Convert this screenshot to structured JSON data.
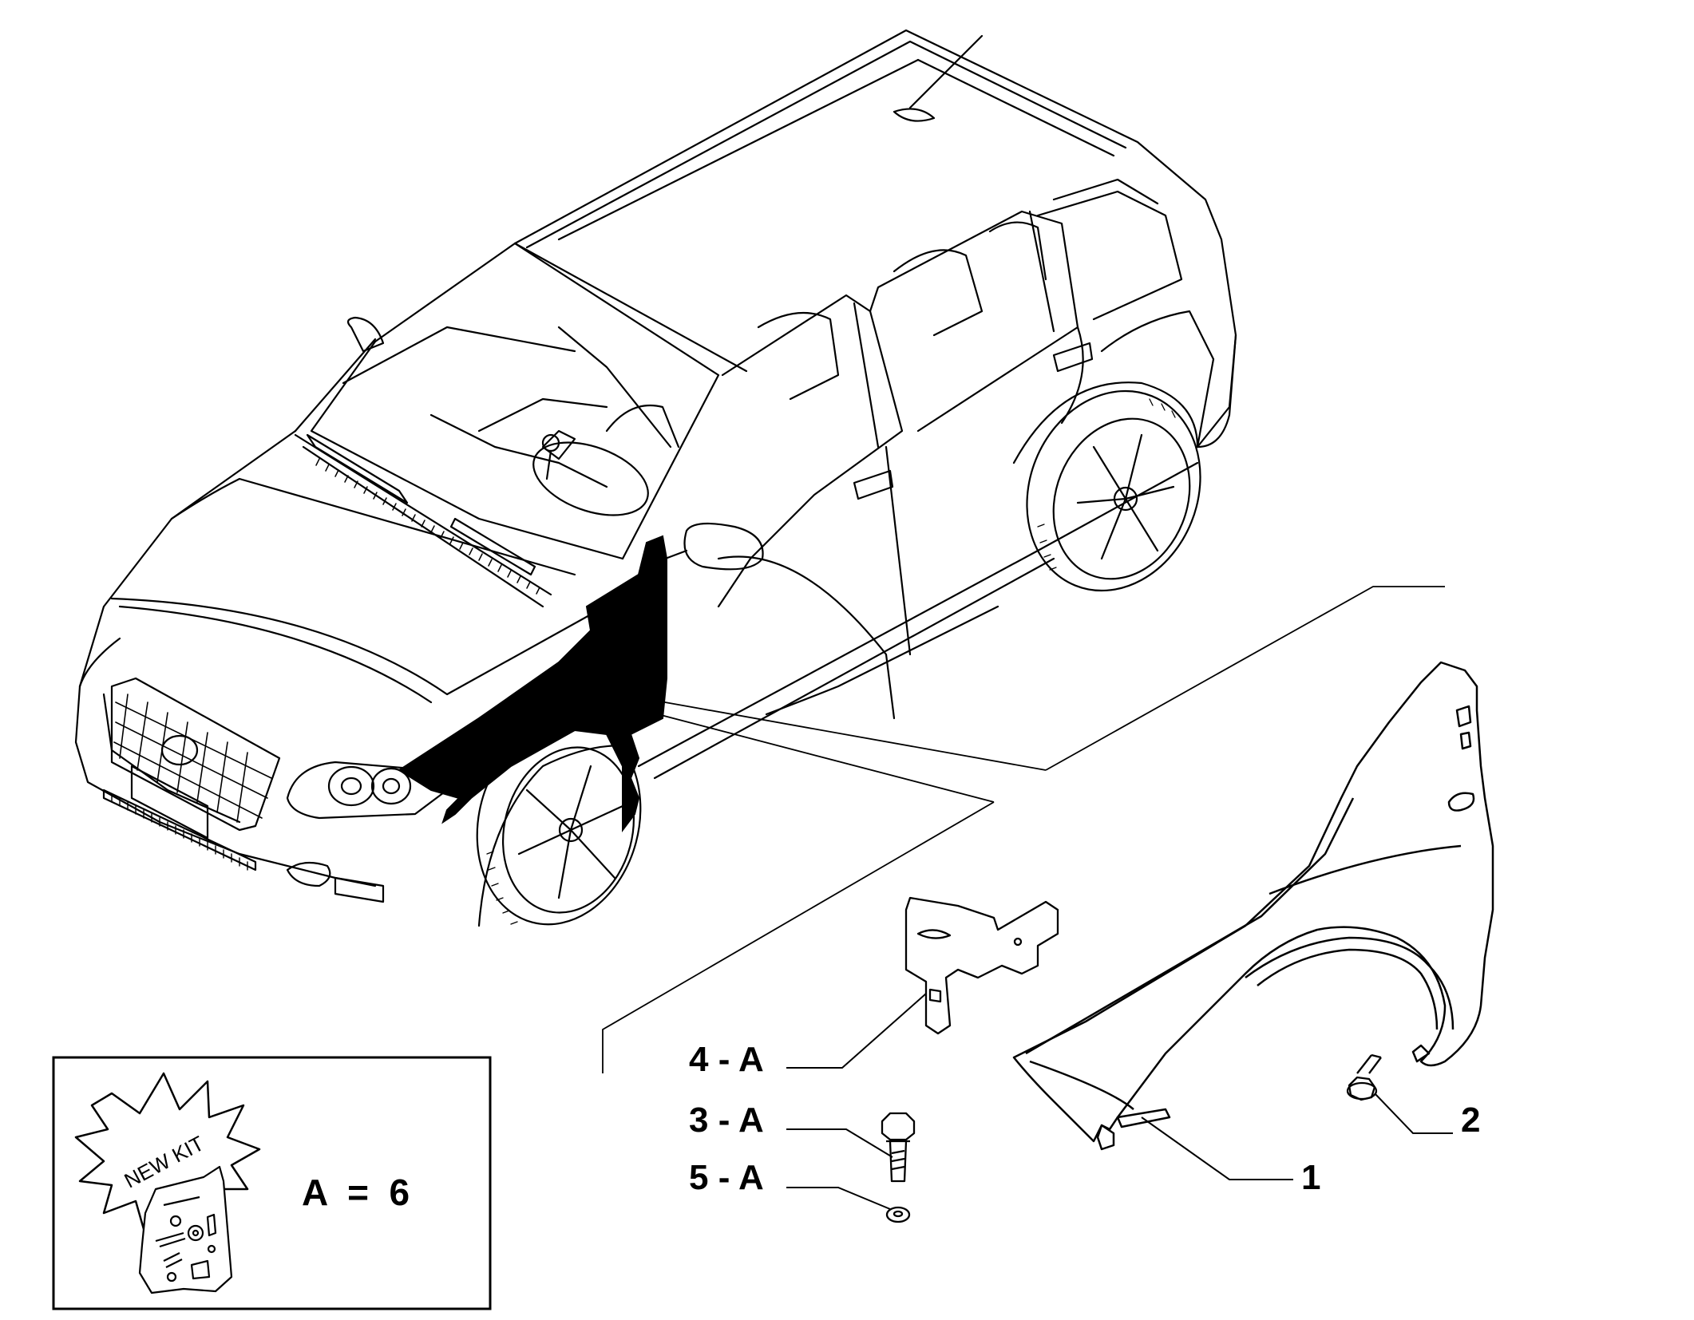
{
  "colors": {
    "ink": "#000000",
    "paper": "#ffffff"
  },
  "callouts": [
    {
      "id": "1",
      "text": "1"
    },
    {
      "id": "2",
      "text": "2"
    },
    {
      "id": "3",
      "text": "3 - A"
    },
    {
      "id": "4",
      "text": "4 - A"
    },
    {
      "id": "5",
      "text": "5 - A"
    }
  ],
  "kit": {
    "badge_text": "NEW KIT",
    "quantity_text": "A  =  6"
  },
  "icons": {
    "vehicle": "car-wagon-icon",
    "fender": "front-fender-icon",
    "bracket": "fender-bracket-icon",
    "bolt": "bolt-icon",
    "washer": "washer-icon",
    "screw": "flange-screw-icon",
    "kit": "fastener-kit-icon"
  }
}
